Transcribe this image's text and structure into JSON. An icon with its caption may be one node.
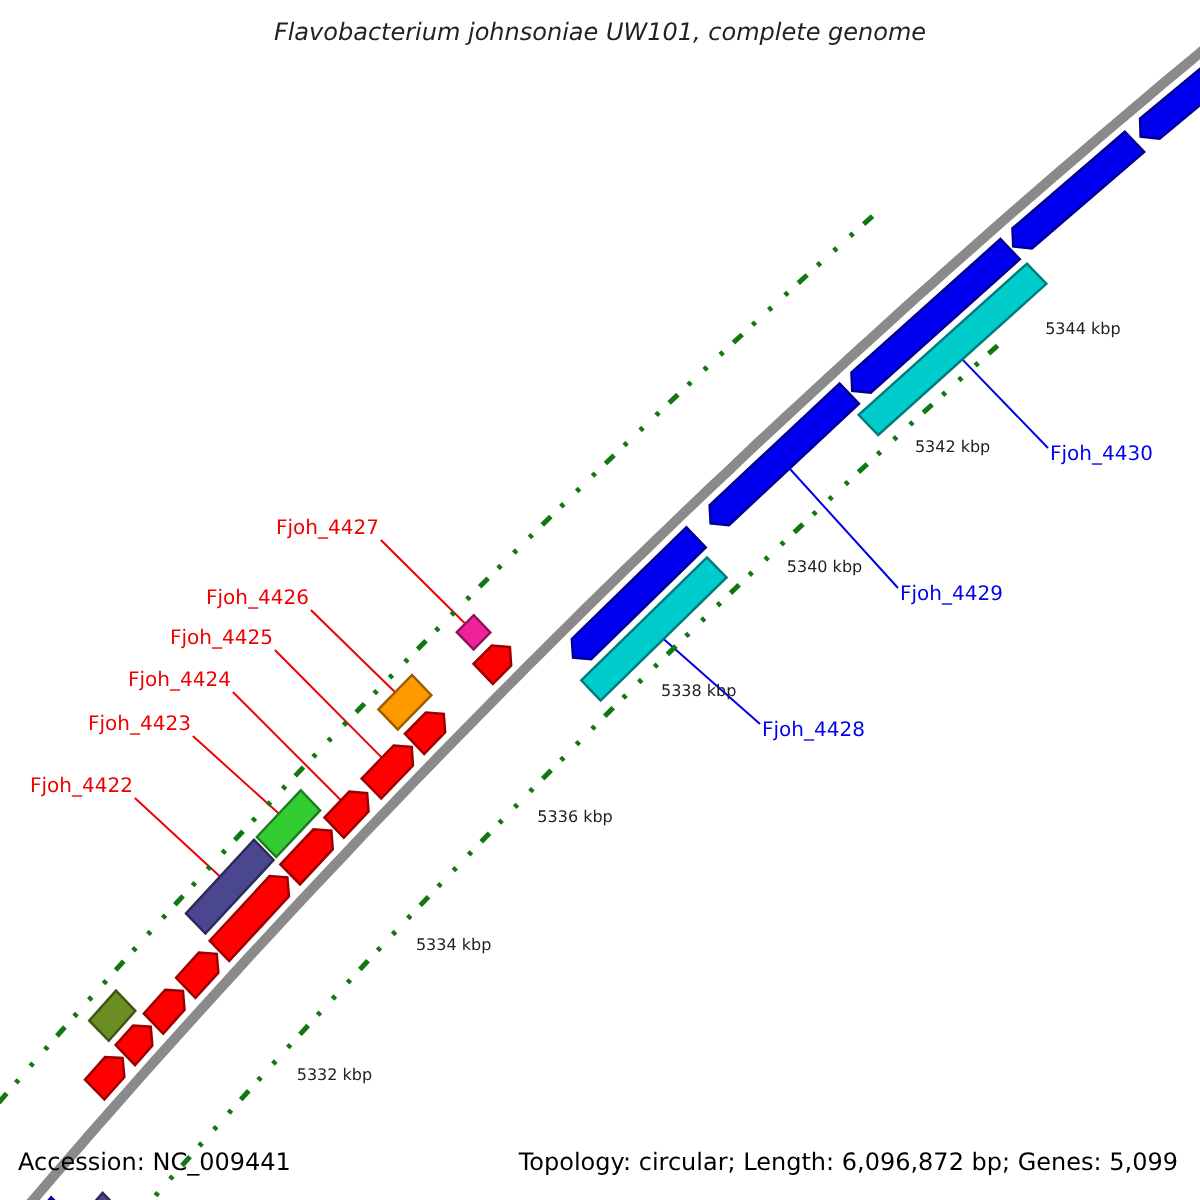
{
  "diagram": {
    "title": "Flavobacterium johnsoniae UW101, complete genome",
    "nodes": [
      {
        "text": [
          "Fjoh_4422"
        ]
      },
      {
        "text": [
          "Fjoh_4423"
        ]
      },
      {
        "text": [
          "Fjoh_4424"
        ]
      },
      {
        "text": [
          "Fjoh_4425"
        ]
      },
      {
        "text": [
          "Fjoh_4426"
        ]
      },
      {
        "text": [
          "Fjoh_4427"
        ]
      },
      {
        "text": [
          "Fjoh_4428"
        ]
      },
      {
        "text": [
          "Fjoh_4429"
        ]
      },
      {
        "text": [
          "Fjoh_4430"
        ]
      },
      {
        "text": [],
        "shape": "pentagon"
      },
      {
        "text": [],
        "shape": "bar"
      },
      {
        "text": [],
        "shape": "pentagon"
      },
      {
        "text": [],
        "shape": "bar"
      },
      {
        "text": [],
        "shape": "pentagon"
      },
      {
        "text": [],
        "shape": "pentagon"
      },
      {
        "text": [],
        "shape": "pentagon"
      },
      {
        "text": [],
        "shape": "pentagon"
      },
      {
        "text": [],
        "shape": "bar"
      },
      {
        "text": [],
        "shape": "pentagon"
      },
      {
        "text": [],
        "shape": "bar"
      },
      {
        "text": [],
        "shape": "pentagon"
      },
      {
        "text": [],
        "shape": "pentagon"
      },
      {
        "text": [],
        "shape": "bar"
      },
      {
        "text": [],
        "shape": "pentagon"
      },
      {
        "text": [],
        "shape": "pentagon"
      },
      {
        "text": [],
        "shape": "bar"
      },
      {
        "text": [],
        "shape": "bar"
      },
      {
        "text": [],
        "shape": "pentagon"
      },
      {
        "text": [],
        "shape": "pentagon"
      },
      {
        "text": [],
        "shape": "bar"
      },
      {
        "text": [],
        "shape": "pentagon"
      },
      {
        "text": [],
        "shape": "pentagon"
      },
      {
        "text": [],
        "shape": "pentagon"
      }
    ],
    "edges": [
      {
        "from": 0,
        "to": 17,
        "arrow": "none"
      },
      {
        "from": 1,
        "to": 19,
        "arrow": "none"
      },
      {
        "from": 2,
        "to": 20,
        "arrow": "none"
      },
      {
        "from": 3,
        "to": 21,
        "arrow": "none"
      },
      {
        "from": 4,
        "to": 22,
        "arrow": "none"
      },
      {
        "from": 5,
        "to": 25,
        "arrow": "none"
      },
      {
        "from": 6,
        "to": 26,
        "arrow": "none",
        "color": "#0000ee"
      },
      {
        "from": 7,
        "to": 28,
        "arrow": "none",
        "color": "#0000ee"
      },
      {
        "from": 8,
        "to": 29,
        "arrow": "none",
        "color": "#0000ee"
      }
    ],
    "labels": [
      "5332 kbp",
      "5334 kbp",
      "5336 kbp",
      "5338 kbp",
      "5340 kbp",
      "5342 kbp",
      "5344 kbp",
      "Accession: NC_009441",
      "Topology: circular; Length: 6,096,872 bp; Genes: 5,099"
    ]
  }
}
